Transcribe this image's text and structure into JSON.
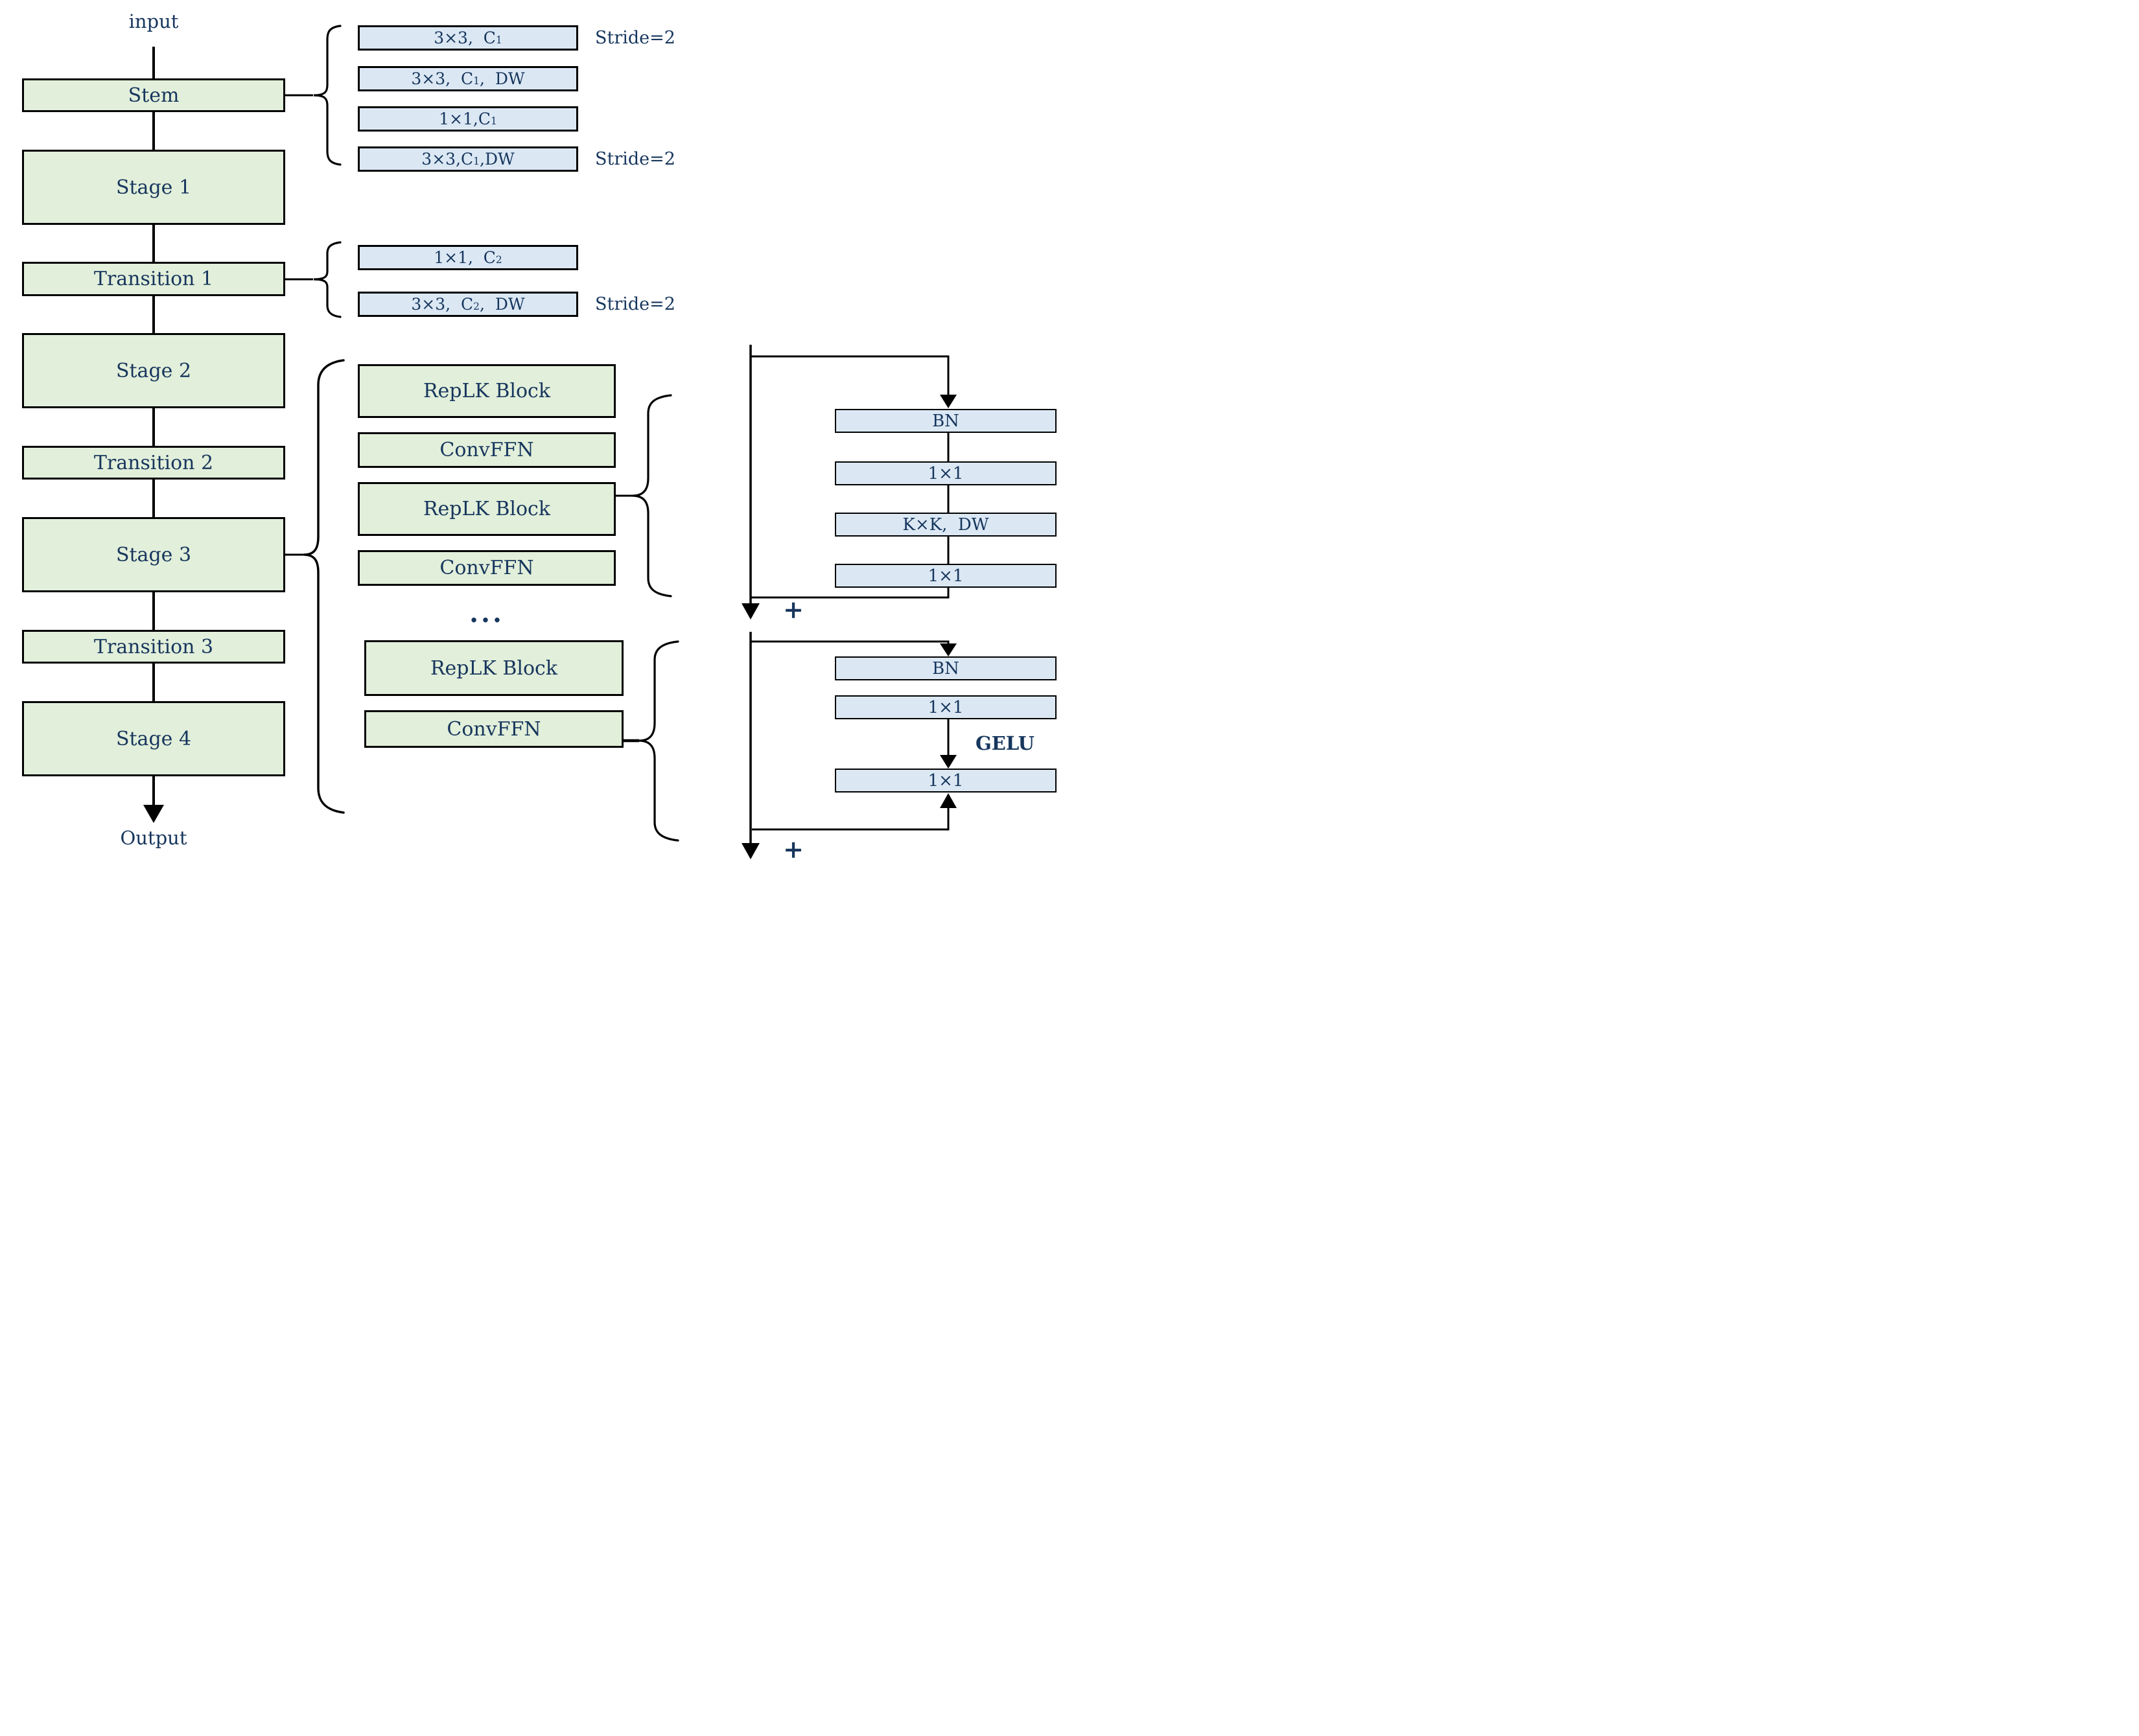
{
  "labels": {
    "input": "input",
    "output": "Output"
  },
  "backbone": [
    "Stem",
    "Stage 1",
    "Transition 1",
    "Stage 2",
    "Transition 2",
    "Stage 3",
    "Transition 3",
    "Stage 4"
  ],
  "stem_ops": [
    {
      "pre": "3×3,  C",
      "sub": "1",
      "post": "",
      "stride": "Stride=2"
    },
    {
      "pre": "3×3,  C",
      "sub": "1",
      "post": ",  DW",
      "stride": ""
    },
    {
      "pre": "1×1,C",
      "sub": "1",
      "post": "",
      "stride": ""
    },
    {
      "pre": "3×3,C",
      "sub": "1",
      "post": ",DW",
      "stride": "Stride=2"
    }
  ],
  "transition_ops": [
    {
      "pre": "1×1,  C",
      "sub": "2",
      "post": "",
      "stride": ""
    },
    {
      "pre": "3×3,  C",
      "sub": "2",
      "post": ",  DW",
      "stride": "Stride=2"
    }
  ],
  "stage_stack": [
    "RepLK Block",
    "ConvFFN",
    "RepLK Block",
    "ConvFFN",
    "...",
    "RepLK Block",
    "ConvFFN"
  ],
  "replk_detail": {
    "layers": [
      "BN",
      "1×1",
      "K×K,  DW",
      "1×1"
    ],
    "sum": "+"
  },
  "convffn_detail": {
    "layers": [
      "BN",
      "1×1",
      "1×1"
    ],
    "activation": "GELU",
    "sum": "+"
  },
  "colors": {
    "stage_fill": "#e2efda",
    "op_fill": "#dbe8f4",
    "text": "#17365d",
    "line": "#000000"
  }
}
